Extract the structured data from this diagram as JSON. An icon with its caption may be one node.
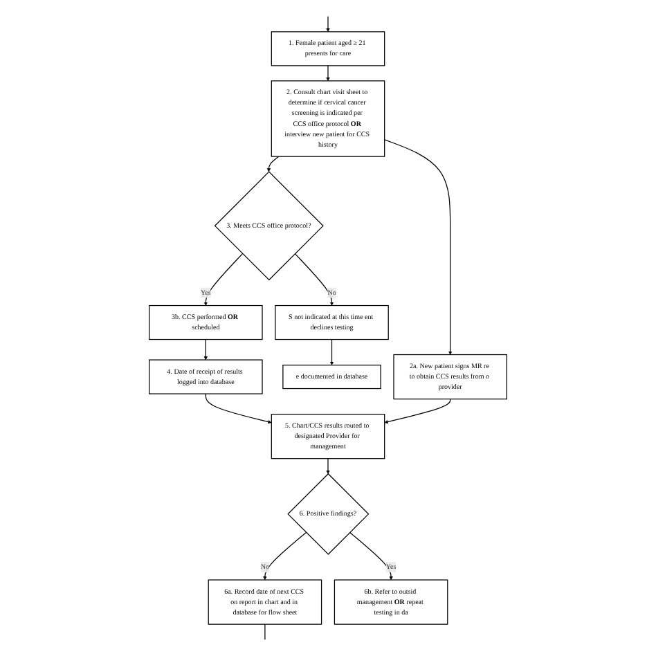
{
  "diagram": {
    "nodes": [
      {
        "text": [
          "1. Female patient aged ≥ 21 presents for care"
        ]
      },
      {
        "text": [
          "2. Consult chart visit sheet to determine if cervical cancer screening is indicated per CCS office protocol **OR** interview new patient for CCS history"
        ]
      },
      {
        "text": [
          "2a. New patient signs MR re to obtain CCS results from o provider"
        ]
      },
      {
        "text": [
          "3. Meets CCS office protocol?"
        ]
      },
      {
        "text": [
          "S not indicated at this time ent declines testing"
        ]
      },
      {
        "text": [
          "3b. CCS performed **OR** scheduled"
        ]
      },
      {
        "text": [
          "e documented in database"
        ]
      },
      {
        "text": [
          "4. Date of receipt of results logged into database"
        ]
      },
      {
        "text": [
          "5. Chart/CCS results routed to designated Provider for management"
        ]
      },
      {
        "text": [
          "6. Positive findings?"
        ]
      },
      {
        "text": [
          "6a. Record date of next CCS on report in chart and in database for flow sheet"
        ]
      },
      {
        "text": [
          "6b. Refer to outsid management **OR** repeat testing in da"
        ]
      }
    ],
    "edges": [
      {
        "from": null,
        "to": 0,
        "arrow": "to"
      },
      {
        "from": 0,
        "to": 1,
        "arrow": "to"
      },
      {
        "from": 1,
        "to": 2,
        "arrow": "to"
      },
      {
        "from": 1,
        "to": 3,
        "arrow": "to"
      },
      {
        "from": 3,
        "to": 4,
        "arrow": "to",
        "label": "No"
      },
      {
        "from": 3,
        "to": 5,
        "arrow": "to",
        "label": "Yes"
      },
      {
        "from": 4,
        "to": 6,
        "arrow": "to"
      },
      {
        "from": 5,
        "to": 7,
        "arrow": "to"
      },
      {
        "from": 7,
        "to": 8,
        "arrow": "to"
      },
      {
        "from": 2,
        "to": 8,
        "arrow": "to"
      },
      {
        "from": 8,
        "to": 9,
        "arrow": "to"
      },
      {
        "from": 9,
        "to": 10,
        "arrow": "to",
        "label": "No"
      },
      {
        "from": 9,
        "to": 11,
        "arrow": "to",
        "label": "Yes"
      },
      {
        "from": 10,
        "to": null,
        "arrow": "none"
      }
    ]
  }
}
